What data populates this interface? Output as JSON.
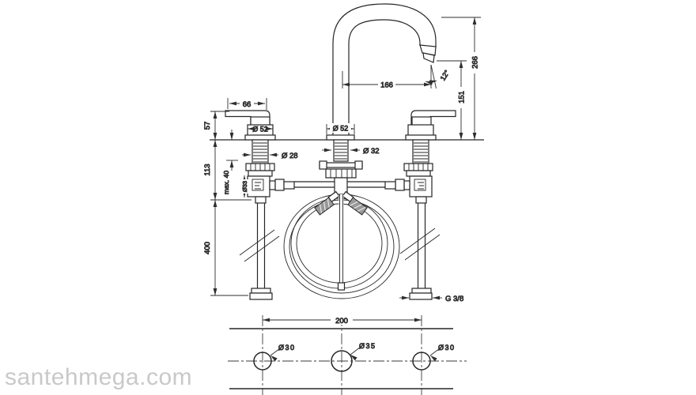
{
  "watermark": {
    "text": "santehmega.com"
  },
  "dimensions": {
    "lever_length": "66",
    "handle_height": "57",
    "handle_escutcheon_dia": "Ø 52",
    "handle_shank_dia": "Ø 28",
    "below_deck_height": "113",
    "max_deck_thickness": "max. 40",
    "valve_body_dia": "Ø33",
    "supply_hose_length": "400",
    "spout_escutcheon_dia": "Ø 52",
    "spout_shank_dia": "Ø 32",
    "spout_reach": "166",
    "spout_angle": "12°",
    "outlet_height": "151",
    "spout_total_height": "266",
    "connection_thread": "G 3/8"
  },
  "top_view": {
    "hole_spacing": "200",
    "hole_left_dia": "Ø30",
    "hole_center_dia": "Ø35",
    "hole_right_dia": "Ø30"
  },
  "colors": {
    "line": "#262626",
    "dimension_text": "#333333",
    "watermark": "#c9c9c9"
  }
}
